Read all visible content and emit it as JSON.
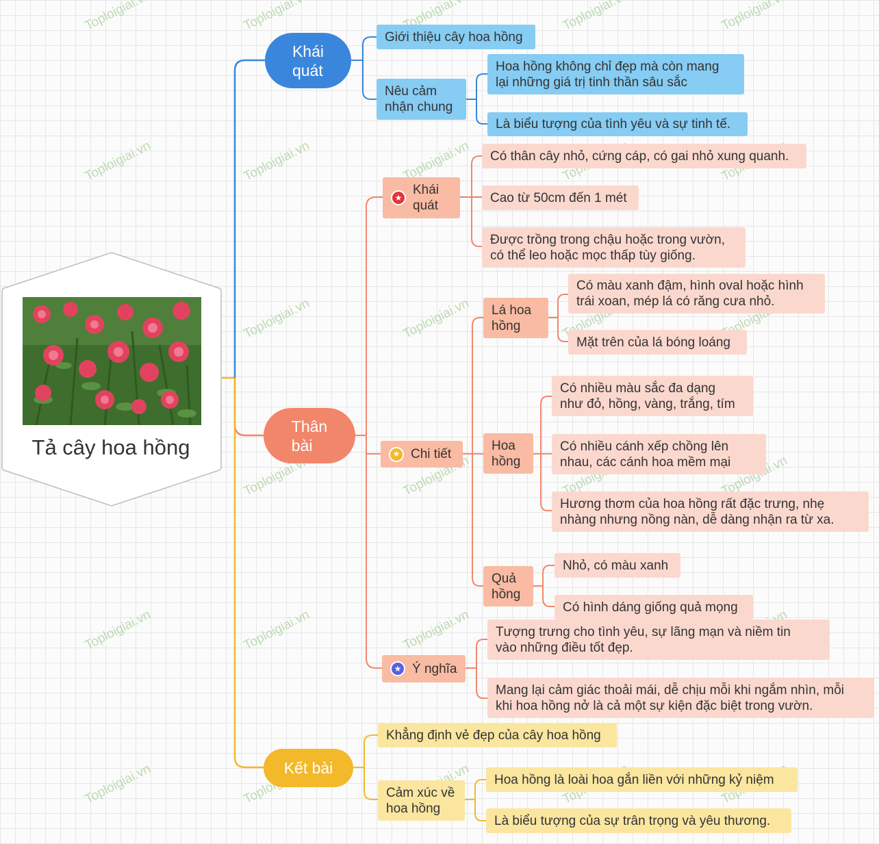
{
  "root": {
    "title": "Tả cây hoa hồng",
    "image": "rose-bush-photo"
  },
  "branches": {
    "mo_bai": {
      "label": "Khái\nquát",
      "intro": "Giới thiệu cây hoa hồng",
      "feeling_label": "Nêu cảm\nnhận chung",
      "feelings": [
        "Hoa hồng không chỉ đẹp mà còn mang\nlại những giá trị tinh thần sâu sắc",
        "Là biểu tượng của tình yêu và sự tinh tế."
      ]
    },
    "than_bai": {
      "label": "Thân\nbài",
      "khai_quat": {
        "label": "Khái\nquát",
        "items": [
          "Có thân cây nhỏ, cứng cáp, có gai nhỏ xung quanh.",
          "Cao từ 50cm đến 1 mét",
          "Được trồng trong chậu hoặc trong vườn,\ncó thể leo hoặc mọc thấp tùy giống."
        ]
      },
      "chi_tiet": {
        "label": "Chi tiết",
        "la": {
          "label": "Lá hoa\nhồng",
          "items": [
            "Có màu xanh đậm, hình oval hoặc hình\ntrái xoan, mép lá có răng cưa nhỏ.",
            "Mặt trên của lá bóng loáng"
          ]
        },
        "hoa": {
          "label": "Hoa\nhồng",
          "items": [
            "Có nhiều màu sắc đa dạng\nnhư đỏ, hồng, vàng, trắng, tím",
            "Có nhiều cánh xếp chồng lên\nnhau, các cánh hoa mềm mại",
            "Hương thơm của hoa hồng rất đặc trưng, nhẹ\nnhàng nhưng nồng nàn, dễ dàng nhận ra từ xa."
          ]
        },
        "qua": {
          "label": "Quả\nhồng",
          "items": [
            "Nhỏ, có màu xanh",
            "Có hình dáng giống quả mọng"
          ]
        }
      },
      "y_nghia": {
        "label": "Ý nghĩa",
        "items": [
          "Tượng trưng cho tình yêu, sự lãng mạn và niềm tin\nvào những điều tốt đẹp.",
          "Mang lại cảm giác thoải mái, dễ chịu mỗi khi ngắm nhìn, mỗi\nkhi hoa hồng nở là cả một sự kiện đặc biệt trong vườn."
        ]
      }
    },
    "ket_bai": {
      "label": "Kết bài",
      "affirm": "Khẳng định vẻ đẹp của cây hoa hồng",
      "feeling_label": "Cảm xúc về\nhoa hồng",
      "feelings": [
        "Hoa hồng là loài hoa gắn liền với những kỷ niệm",
        "Là biểu tượng của sự trân trọng và yêu thương."
      ]
    }
  },
  "watermark": "Toploigiai.vn",
  "colors": {
    "blue": "#3a86dc",
    "orange": "#f2866a",
    "yellow": "#f3b92b"
  },
  "icons": {
    "khai_quat": "red-star-icon",
    "chi_tiet": "yellow-star-icon",
    "y_nghia": "blue-star-icon"
  }
}
